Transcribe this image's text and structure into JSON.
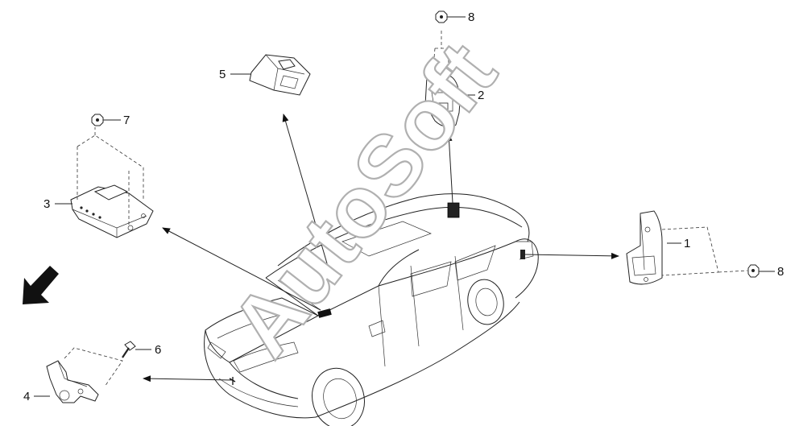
{
  "callouts": [
    {
      "id": "1",
      "text": "1"
    },
    {
      "id": "2",
      "text": "2"
    },
    {
      "id": "3",
      "text": "3"
    },
    {
      "id": "4",
      "text": "4"
    },
    {
      "id": "5",
      "text": "5"
    },
    {
      "id": "6",
      "text": "6"
    },
    {
      "id": "7",
      "text": "7"
    },
    {
      "id": "8a",
      "text": "8"
    },
    {
      "id": "8b",
      "text": "8"
    }
  ],
  "watermark": {
    "text": "AutoSoft"
  }
}
